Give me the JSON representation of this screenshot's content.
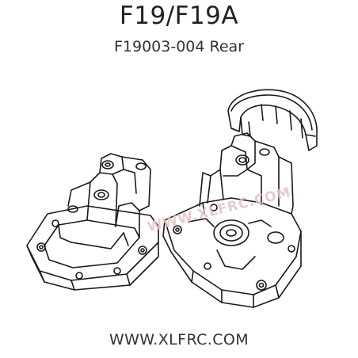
{
  "header": {
    "model": "F19/F19A",
    "part_line": "F19003-004 Rear"
  },
  "illustration": {
    "description_icon": "gearbox-housing-drawing",
    "stroke_color": "#1a1a1a"
  },
  "watermark": {
    "text": "WWW.XLFRC.COM",
    "color": "#e6c8c8"
  },
  "footer": {
    "website": "WWW.XLFRC.COM"
  }
}
